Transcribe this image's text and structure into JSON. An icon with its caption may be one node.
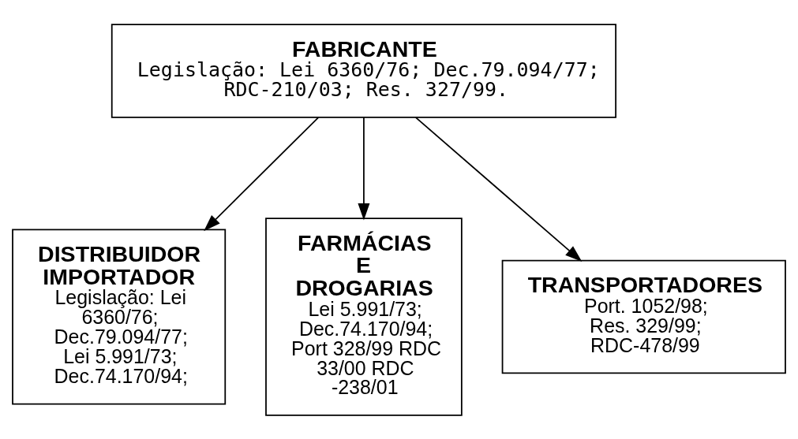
{
  "diagram": {
    "nodes": [
      {
        "text": [
          "FABRICANTE",
          "Legislação: Lei 6360/76; Dec.79.094/77; RDC-210/03; Res. 327/99."
        ]
      },
      {
        "text": [
          "DISTRIBUIDOR IMPORTADOR",
          "Legislação: Lei 6360/76; Dec.79.094/77; Lei 5.991/73; Dec.74.170/94;"
        ]
      },
      {
        "text": [
          "FARMÁCIAS E DROGARIAS",
          "Lei 5.991/73; Dec.74.170/94; Port 328/99 RDC 33/00 RDC -238/01"
        ]
      },
      {
        "text": [
          "TRANSPORTADORES",
          "Port. 1052/98; Res. 329/99; RDC-478/99"
        ]
      }
    ],
    "edges": [
      {
        "from": 0,
        "to": 1,
        "arrow": "to"
      },
      {
        "from": 0,
        "to": 2,
        "arrow": "to"
      },
      {
        "from": 0,
        "to": 3,
        "arrow": "to"
      }
    ]
  }
}
